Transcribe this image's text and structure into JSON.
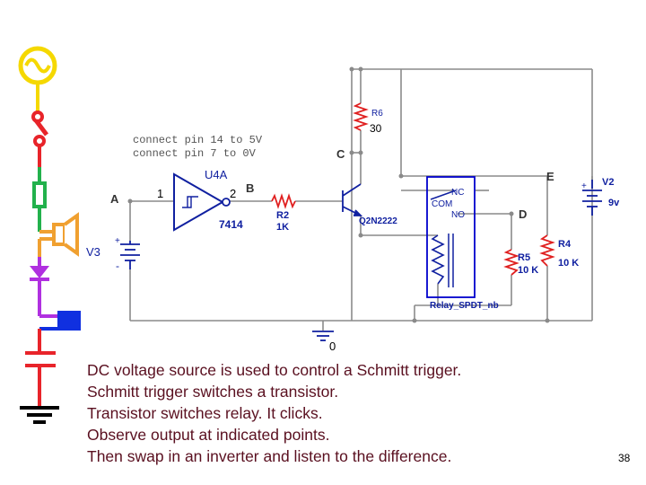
{
  "schematic": {
    "note_line1": "connect pin 14 to 5V",
    "note_line2": "connect pin 7 to 0V",
    "node_a": "A",
    "node_b": "B",
    "node_c": "C",
    "node_d": "D",
    "node_e": "E",
    "pin_1": "1",
    "pin_2": "2",
    "gate_ref": "U4A",
    "gate_part": "7414",
    "r6_label": "R6",
    "r6_value": "30",
    "r2_label": "R2",
    "r2_value": "1K",
    "transistor": "Q2N2222",
    "relay": "Relay_SPDT_nb",
    "relay_nc": "NC",
    "relay_com": "COM",
    "relay_no": "NO",
    "r5_label": "R5",
    "r5_value": "10 K",
    "r4_label": "R4",
    "r4_value": "10 K",
    "v2_label": "V2",
    "v2_value": "9v",
    "v3_label": "V3",
    "plus": "+",
    "minus": "-",
    "ground": "0"
  },
  "caption": [
    "DC voltage source is used to control a Schmitt trigger.",
    "Schmitt trigger switches a transistor.",
    "Transistor switches relay.  It clicks.",
    "Observe output at indicated points.",
    "Then swap in an inverter and listen to the difference."
  ],
  "page_number": "38",
  "colors": {
    "wire": "#8a8a8a",
    "caption": "#5a1020",
    "relay_box": "#0000cc",
    "symbol_yellow": "#f5d800",
    "symbol_red": "#e8242a",
    "symbol_green": "#22b14c",
    "symbol_orange": "#f0a030",
    "symbol_purple": "#b030e0",
    "symbol_blue": "#1030e0"
  },
  "icons": [
    "ac-source-icon",
    "switch-icon",
    "resistor-icon",
    "speaker-icon",
    "diode-icon",
    "cap-blue-icon",
    "capacitor-icon",
    "ground-icon"
  ]
}
